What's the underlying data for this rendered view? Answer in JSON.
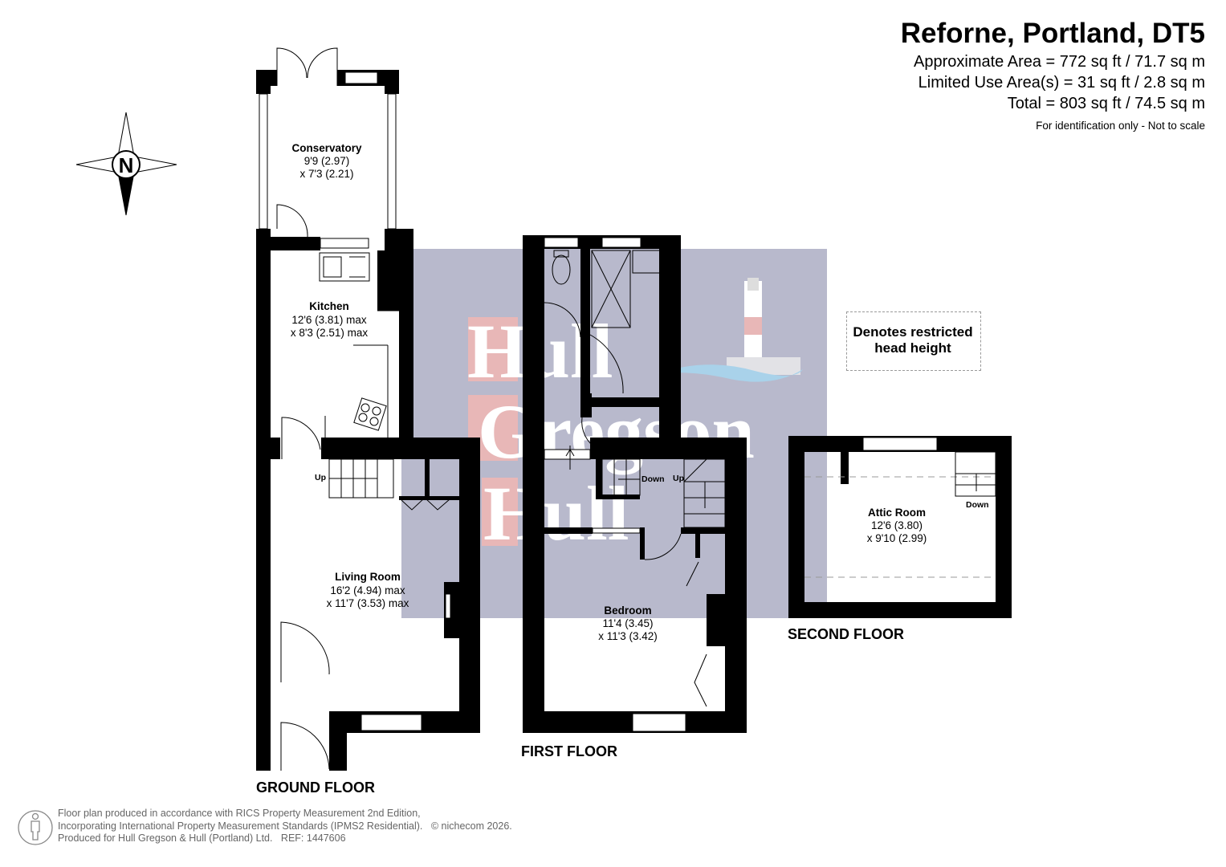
{
  "header": {
    "title": "Reforne, Portland, DT5",
    "approx_area": "Approximate Area = 772 sq ft / 71.7 sq m",
    "limited_use": "Limited Use Area(s) = 31 sq ft / 2.8 sq m",
    "total": "Total = 803 sq ft / 74.5 sq m",
    "note": "For identification only - Not to scale"
  },
  "compass": {
    "label": "N",
    "icon": "north-compass-icon"
  },
  "legend": {
    "text_line1": "Denotes restricted",
    "text_line2": "head height"
  },
  "watermark": {
    "line1": "Hull",
    "line2": "Gregson",
    "line3": "Hull",
    "colors": {
      "block": "#e8b7b7",
      "background": "#b8b9cc"
    }
  },
  "floors": {
    "ground": {
      "label": "GROUND FLOOR",
      "rooms": [
        {
          "name": "Conservatory",
          "dim1": "9'9 (2.97)",
          "dim2": "x 7'3 (2.21)"
        },
        {
          "name": "Kitchen",
          "dim1": "12'6 (3.81) max",
          "dim2": "x 8'3 (2.51) max"
        },
        {
          "name": "Living Room",
          "dim1": "16'2 (4.94) max",
          "dim2": "x 11'7 (3.53) max"
        }
      ],
      "stairs_label": "Up"
    },
    "first": {
      "label": "FIRST FLOOR",
      "rooms": [
        {
          "name": "Bedroom",
          "dim1": "11'4 (3.45)",
          "dim2": "x 11'3 (3.42)"
        }
      ],
      "stairs_down": "Down",
      "stairs_up": "Up"
    },
    "second": {
      "label": "SECOND FLOOR",
      "rooms": [
        {
          "name": "Attic Room",
          "dim1": "12'6 (3.80)",
          "dim2": "x 9'10 (2.99)"
        }
      ],
      "stairs_down": "Down"
    }
  },
  "footer": {
    "line1": "Floor plan produced in accordance with RICS Property Measurement 2nd Edition,",
    "line2": "Incorporating International Property Measurement Standards (IPMS2 Residential).",
    "copyright": "© nichecom 2026.",
    "line3": "Produced for Hull Gregson & Hull (Portland) Ltd.",
    "ref": "REF: 1447606"
  }
}
